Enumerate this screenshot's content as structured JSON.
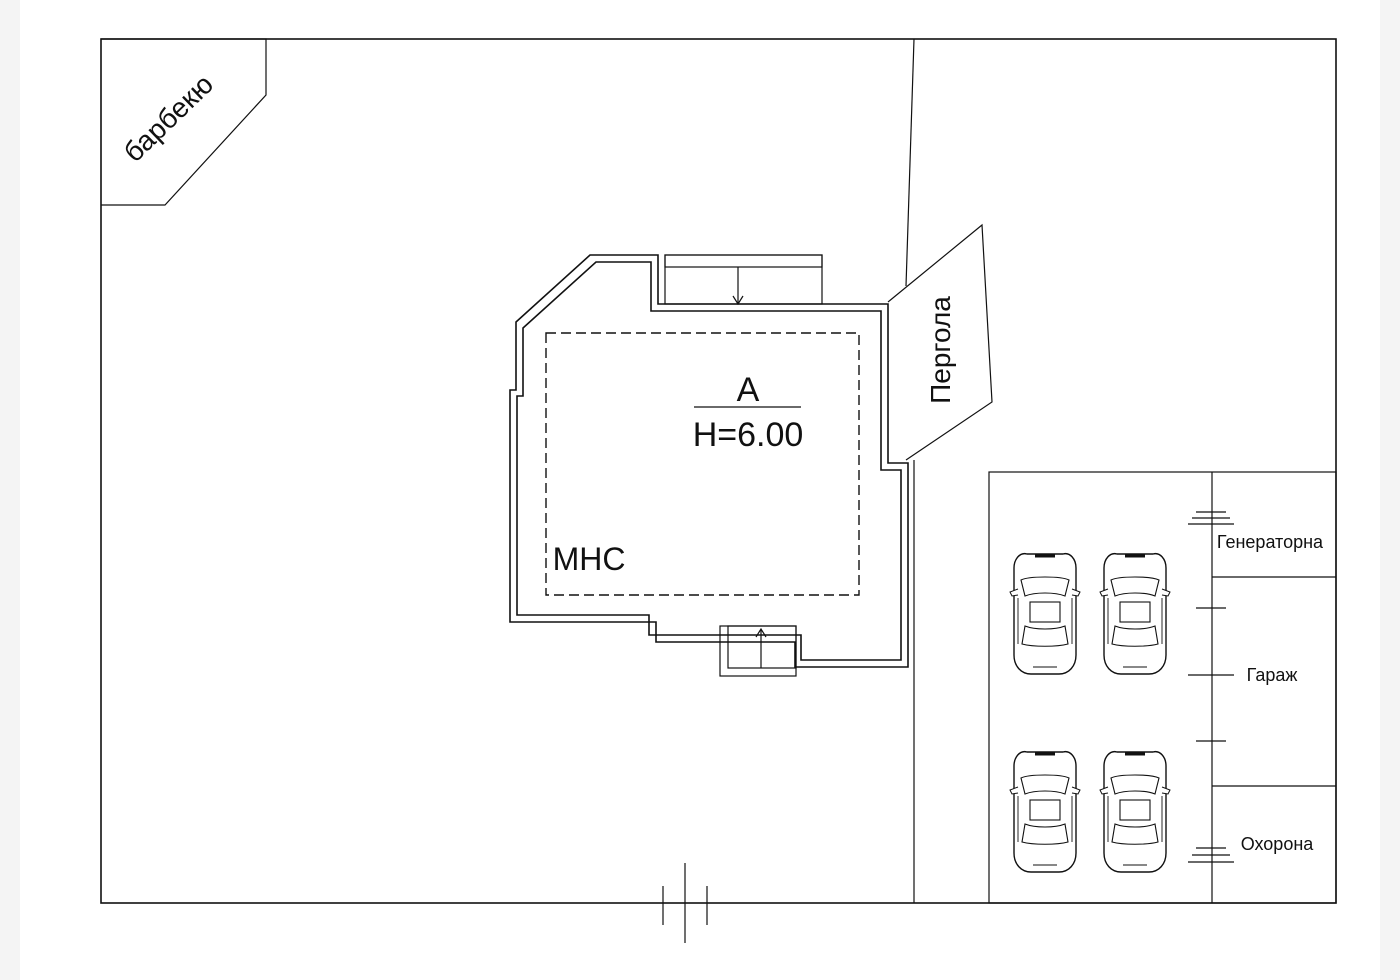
{
  "labels": {
    "barbecue": "барбекю",
    "pergola": "Пергола",
    "building_letter": "А",
    "building_height": "H=6.00",
    "mns": "МНС",
    "generator_room": "Генераторна",
    "garage": "Гараж",
    "security": "Охорона"
  },
  "icons": {
    "car": "car-top-view-icon",
    "entry_arrow": "arrow-icon"
  },
  "colors": {
    "line": "#111111",
    "paper": "#ffffff",
    "background": "#f4f4f4"
  }
}
